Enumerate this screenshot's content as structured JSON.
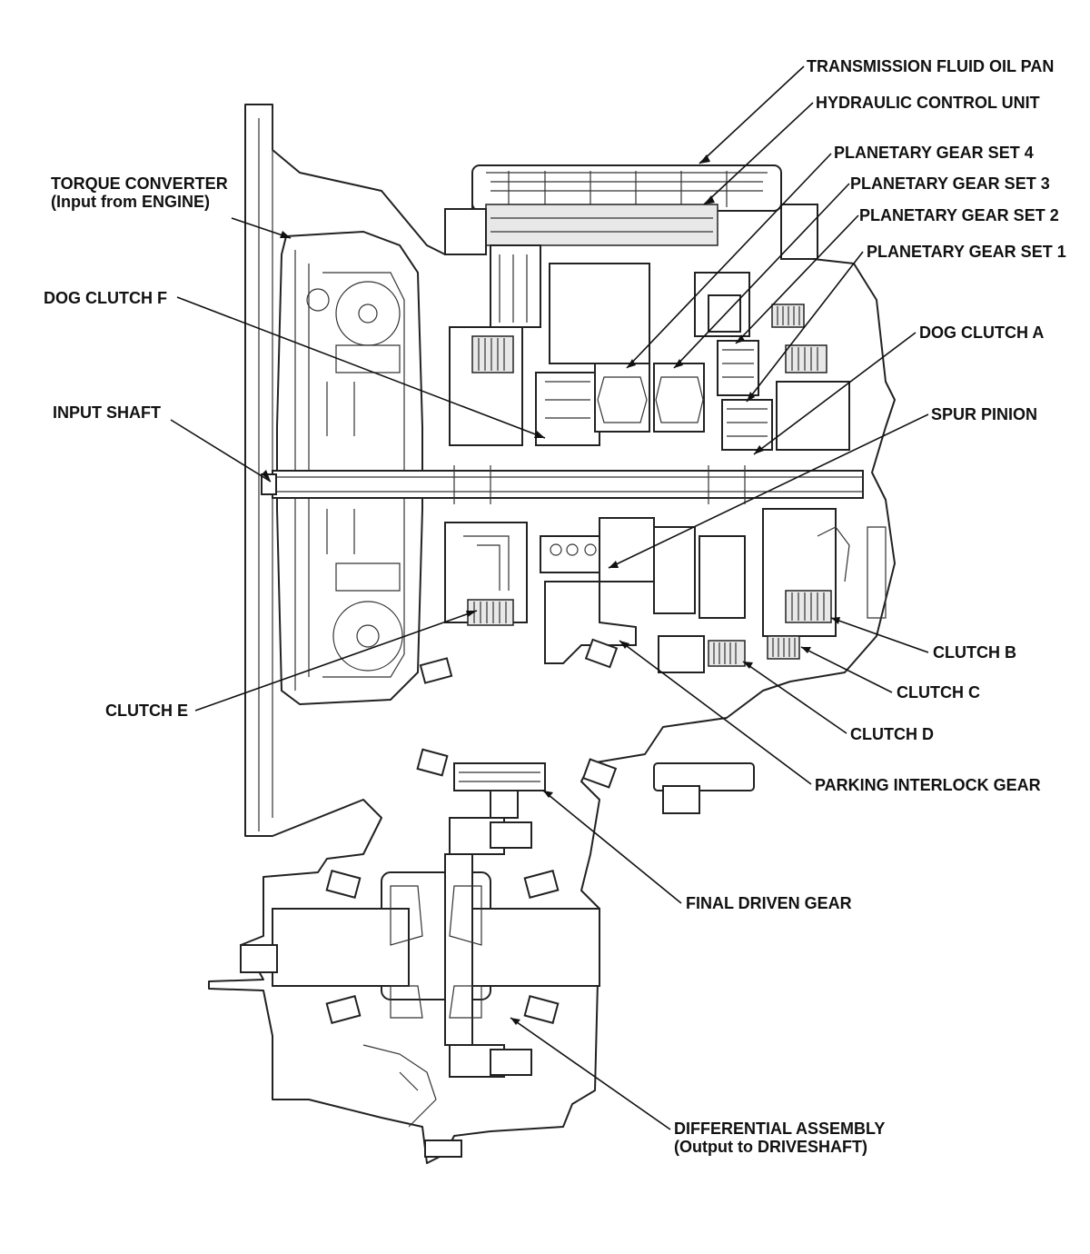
{
  "labels": {
    "transmission_fluid_oil_pan": "TRANSMISSION FLUID OIL PAN",
    "hydraulic_control_unit": "HYDRAULIC CONTROL UNIT",
    "planetary_gear_set_4": "PLANETARY GEAR SET 4",
    "planetary_gear_set_3": "PLANETARY GEAR SET 3",
    "planetary_gear_set_2": "PLANETARY GEAR SET 2",
    "planetary_gear_set_1": "PLANETARY GEAR SET 1",
    "torque_converter": "TORQUE CONVERTER",
    "torque_converter_sub": "(Input from ENGINE)",
    "dog_clutch_f": "DOG CLUTCH F",
    "dog_clutch_a": "DOG CLUTCH A",
    "input_shaft": "INPUT SHAFT",
    "spur_pinion": "SPUR PINION",
    "clutch_b": "CLUTCH B",
    "clutch_c": "CLUTCH C",
    "clutch_d": "CLUTCH D",
    "clutch_e": "CLUTCH E",
    "parking_interlock_gear": "PARKING INTERLOCK GEAR",
    "final_driven_gear": "FINAL DRIVEN GEAR",
    "differential_assembly": "DIFFERENTIAL ASSEMBLY",
    "differential_assembly_sub": "(Output to DRIVESHAFT)"
  }
}
